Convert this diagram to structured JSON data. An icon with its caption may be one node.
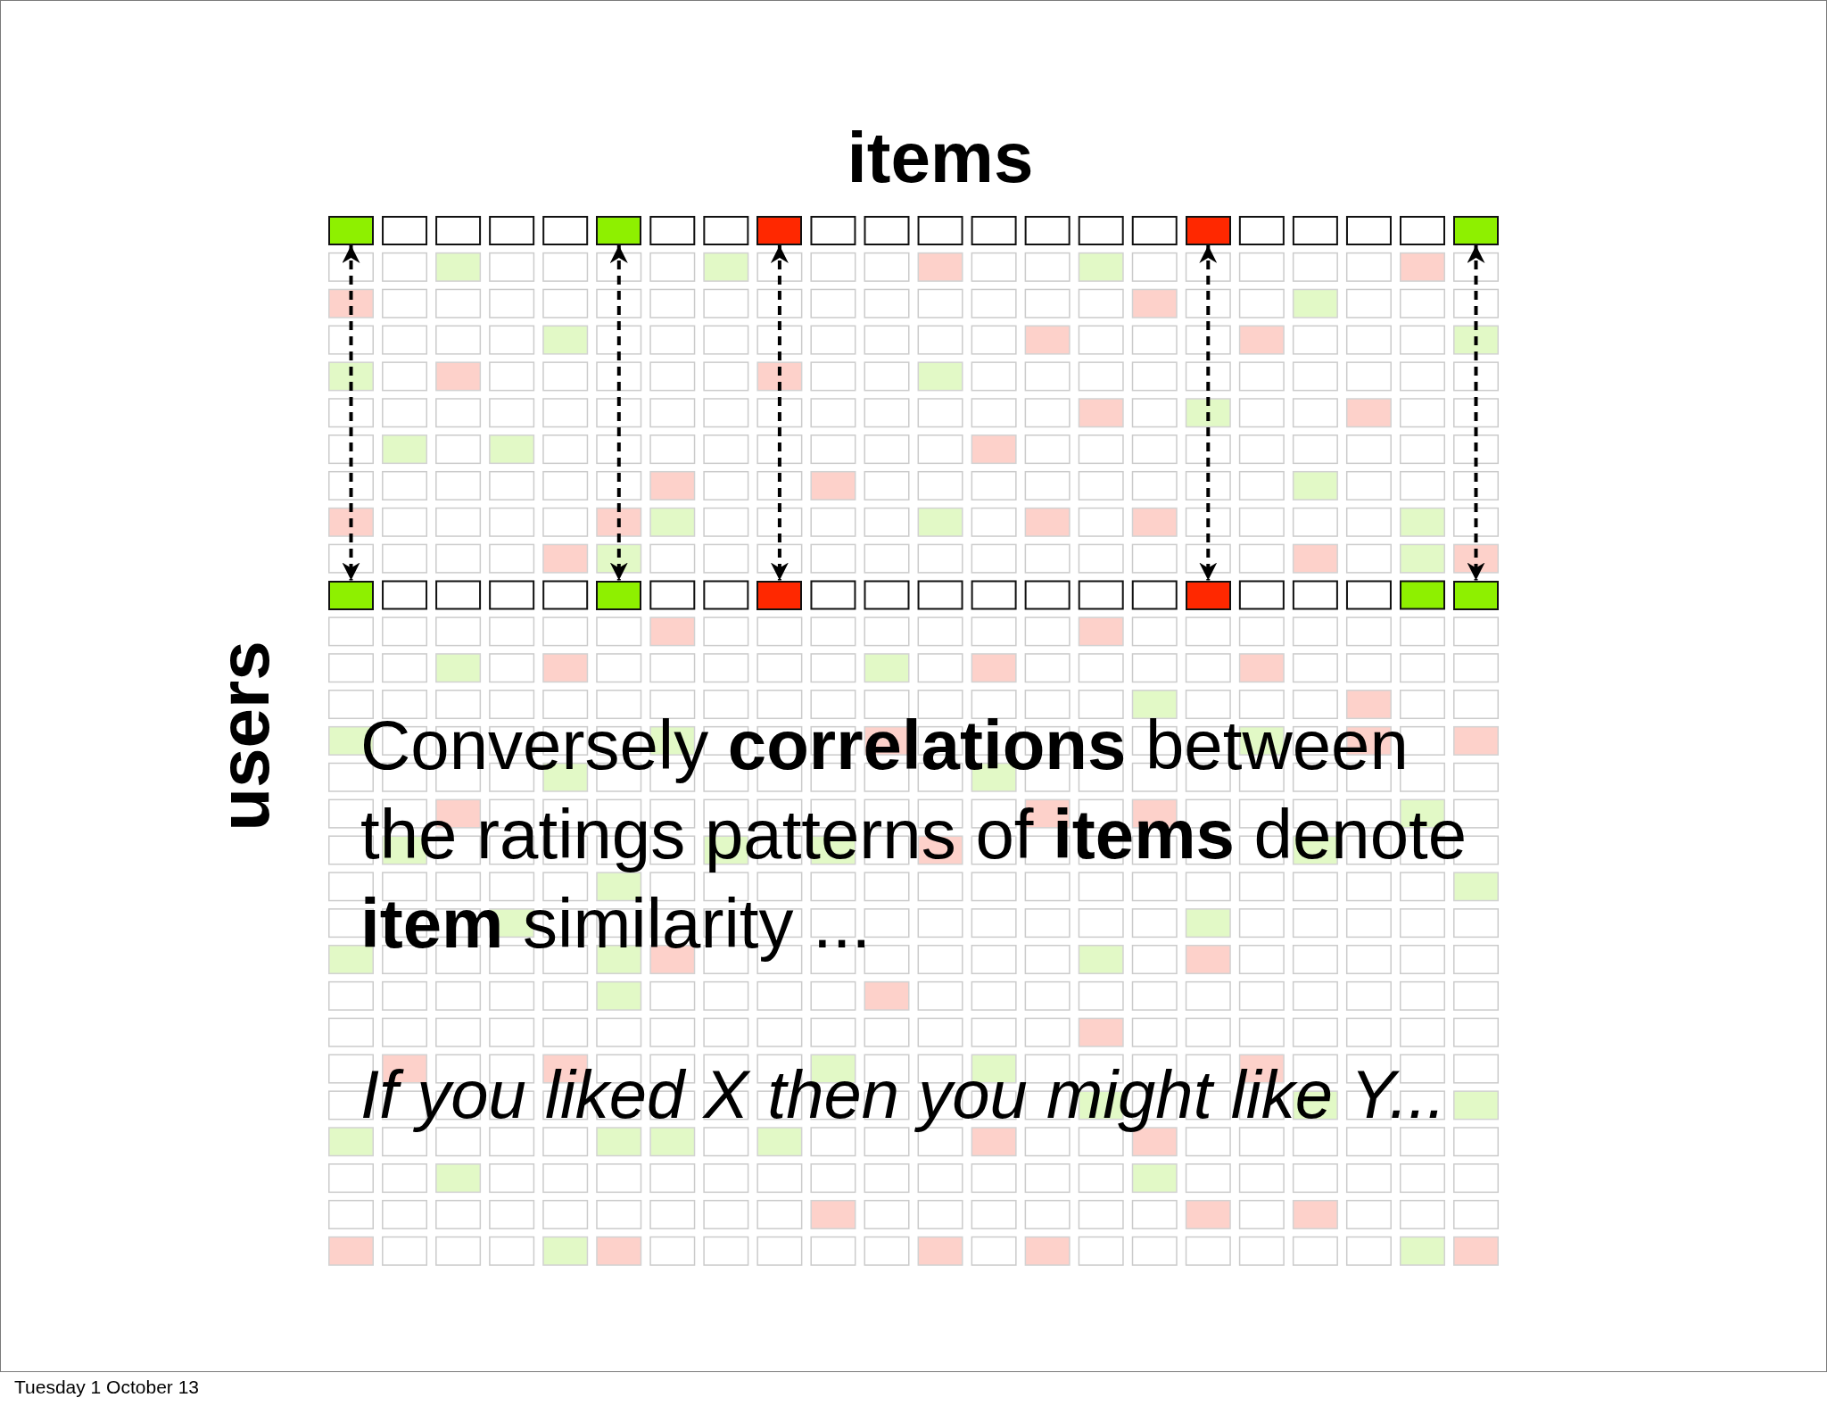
{
  "diagram": {
    "nodes": [
      {
        "text": [],
        "shape": "box"
      },
      {
        "text": [],
        "shape": "box"
      },
      {
        "text": [],
        "shape": "box"
      },
      {
        "text": [],
        "shape": "box"
      },
      {
        "text": [],
        "shape": "box"
      },
      {
        "text": [],
        "shape": "box"
      },
      {
        "text": [],
        "shape": "box"
      },
      {
        "text": [],
        "shape": "box"
      },
      {
        "text": [],
        "shape": "box"
      },
      {
        "text": [],
        "shape": "box"
      }
    ],
    "edges": [
      {
        "from": 0,
        "to": 5,
        "arrow": "both",
        "style": "dashed"
      },
      {
        "from": 1,
        "to": 6,
        "arrow": "both",
        "style": "dashed"
      },
      {
        "from": 2,
        "to": 7,
        "arrow": "both",
        "style": "dashed"
      },
      {
        "from": 3,
        "to": 8,
        "arrow": "both",
        "style": "dashed"
      },
      {
        "from": 4,
        "to": 9,
        "arrow": "both",
        "style": "dashed"
      }
    ],
    "labels": [
      "items",
      "users",
      "Conversely **correlations** between the ratings patterns of **items** denote **item** similarity ...",
      "If you liked X then you might like Y...",
      "Tuesday 1 October 13"
    ]
  }
}
